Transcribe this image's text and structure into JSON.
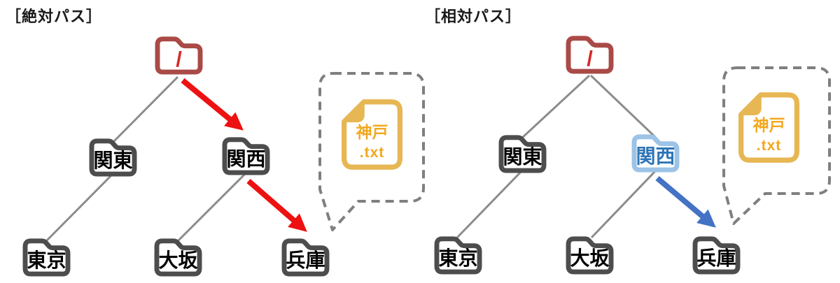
{
  "diagrams": [
    {
      "title": "［絶対パス］",
      "highlight": "red",
      "root": {
        "label": "/"
      },
      "folders": {
        "kanto": "関東",
        "kansai": "関西",
        "tokyo": "東京",
        "osaka": "大坂",
        "hyogo": "兵庫"
      },
      "file": {
        "line1": "神戸",
        "line2": ".txt"
      }
    },
    {
      "title": "［相対パス］",
      "highlight": "blue",
      "root": {
        "label": "/"
      },
      "folders": {
        "kanto": "関東",
        "kansai": "関西",
        "tokyo": "東京",
        "osaka": "大坂",
        "hyogo": "兵庫"
      },
      "file": {
        "line1": "神戸",
        "line2": ".txt"
      }
    }
  ],
  "icons": {
    "folder": "folder-outline-icon",
    "root_folder": "root-folder-icon",
    "file": "document-folded-corner-icon",
    "bubble": "dashed-speech-bubble",
    "red_arrow": "path-arrow-red",
    "blue_arrow": "path-arrow-blue"
  },
  "colors": {
    "line_gray": "#8C8C8C",
    "folder_gray": "#4D4D4D",
    "folder_label": "#000000",
    "root_border": "#A94A47",
    "root_slash": "#D42A28",
    "arrow_red": "#EE1111",
    "kansai_blue_border": "#9DC3E6",
    "kansai_blue_text": "#2E75B6",
    "arrow_blue": "#4472C4",
    "bubble_gray": "#7F7F7F",
    "file_border": "#E7B754",
    "file_text": "#F2A81E",
    "title_text": "#1A1A1A"
  }
}
